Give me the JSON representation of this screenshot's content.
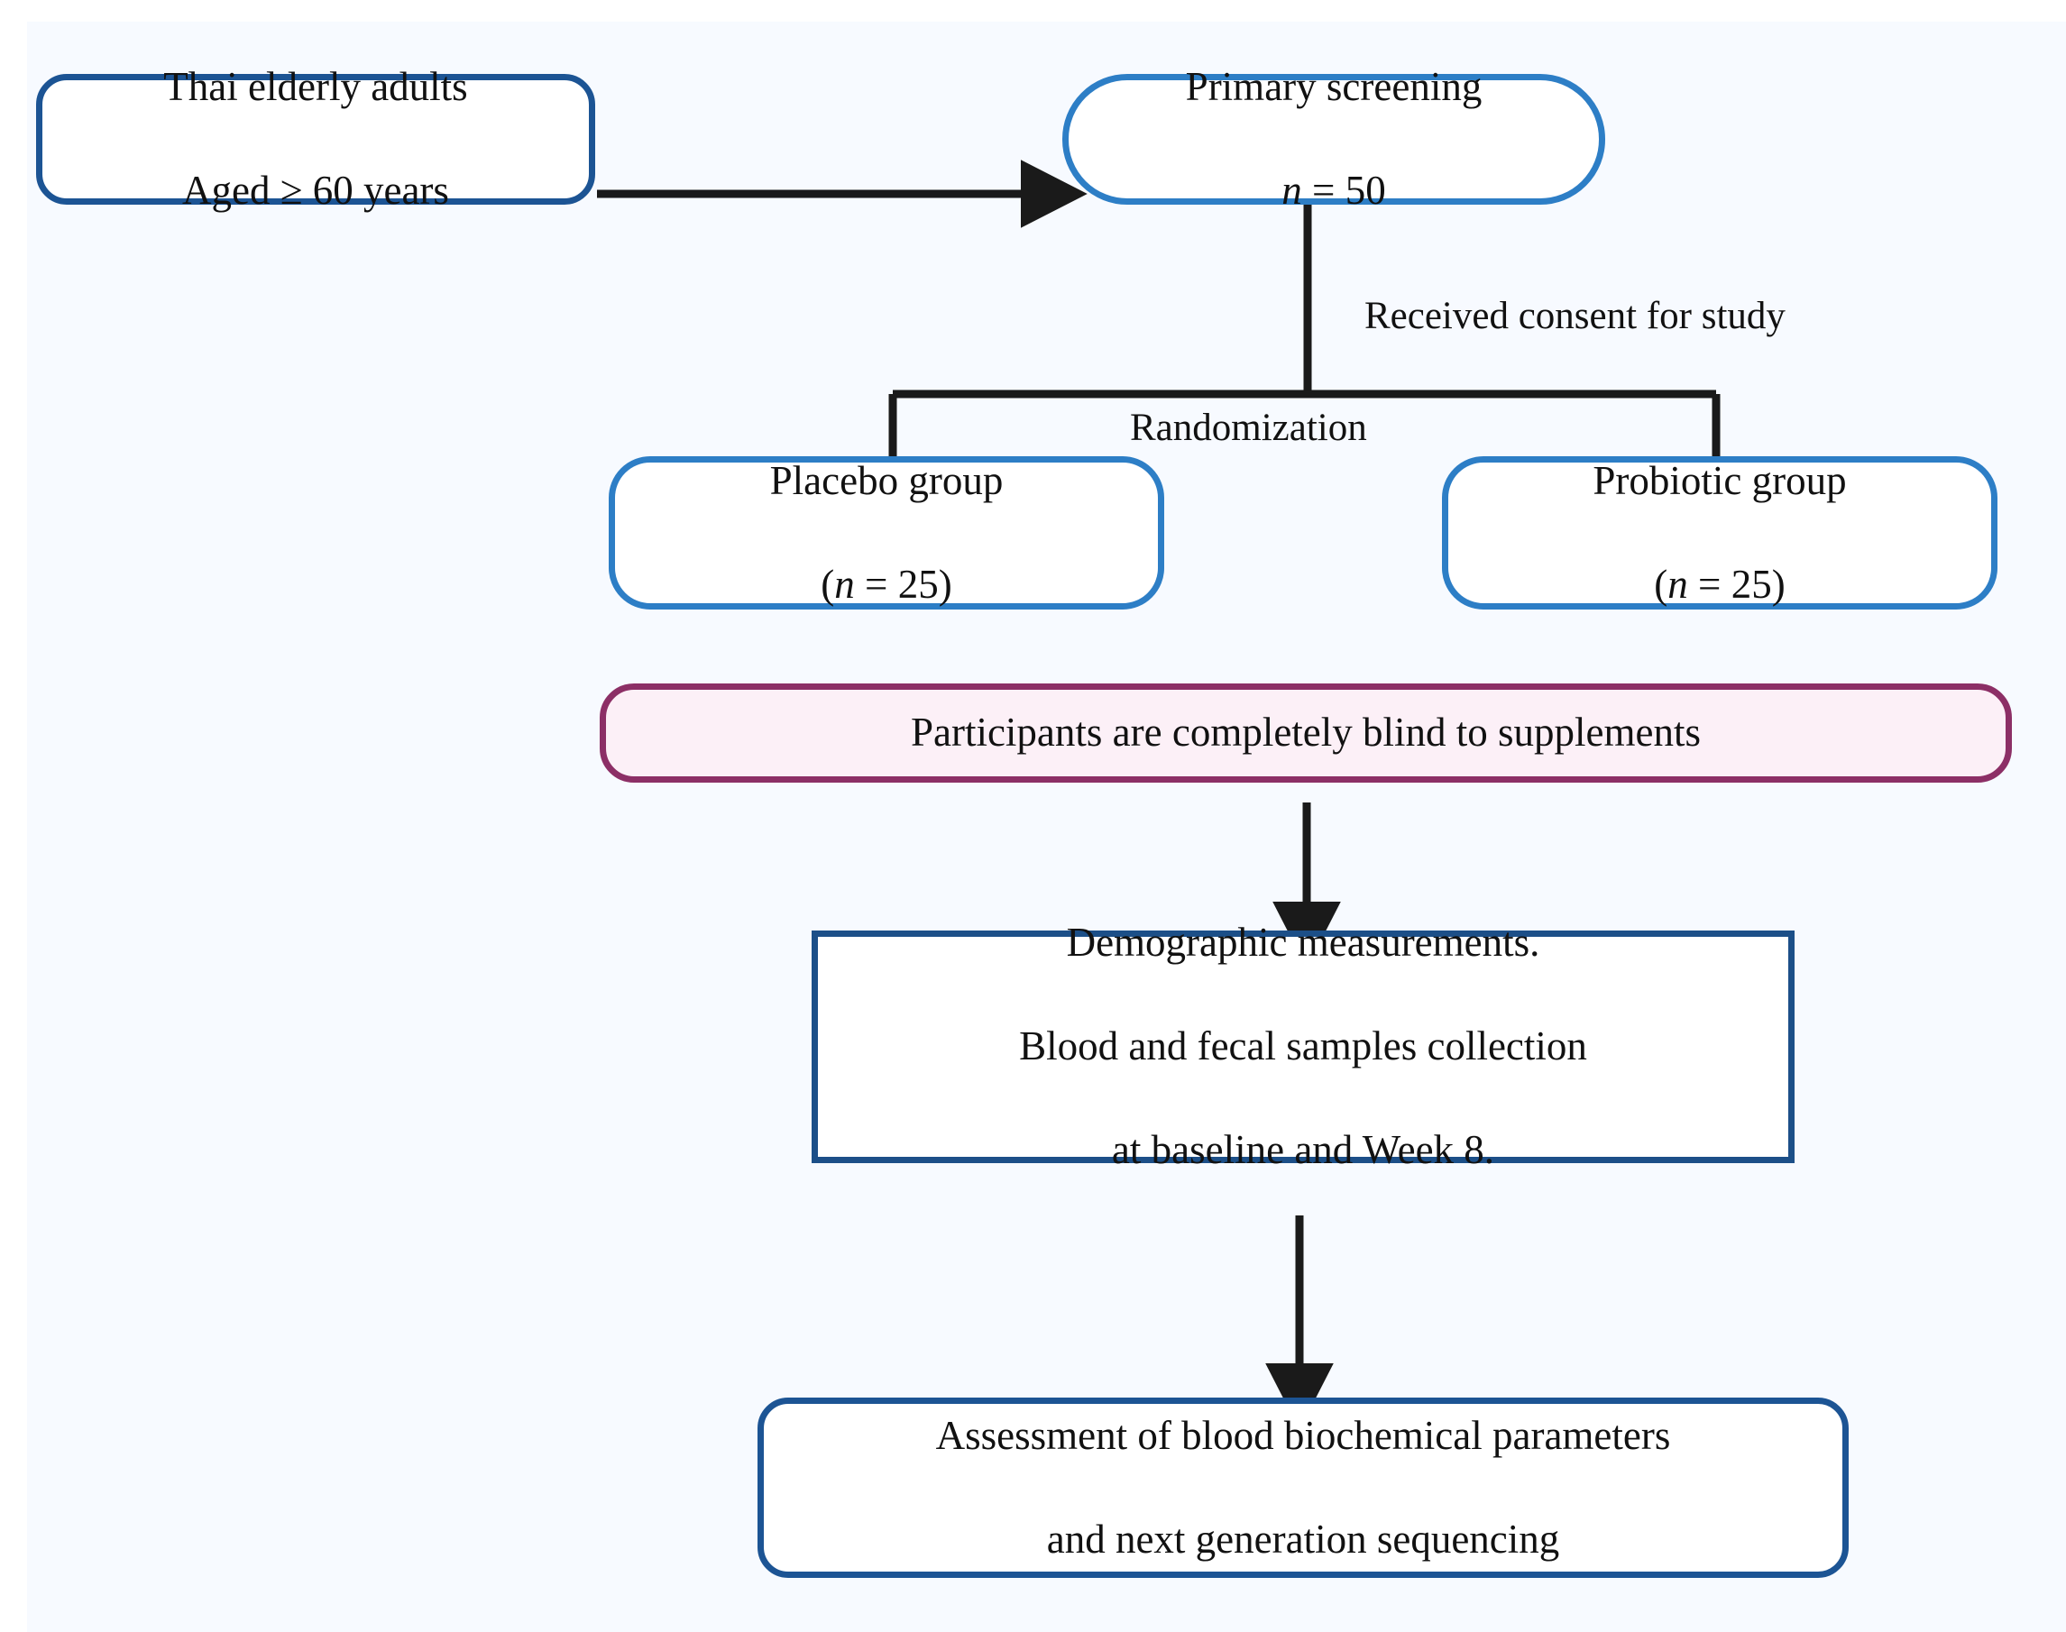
{
  "figure": {
    "type": "flowchart",
    "title": "Clinical study design flow diagram",
    "background_color": "#f7faff",
    "page_color": "#ffffff"
  },
  "colors": {
    "navy_border": "#1c5494",
    "blue_border": "#2d7ec6",
    "navy_sharp_border": "#1c4f88",
    "purple_border": "#8c2f66",
    "purple_fill": "#fcf0f7",
    "node_fill": "#ffffff",
    "connector": "#1a1a1a",
    "text": "#111111"
  },
  "nodes": {
    "population": {
      "line1": "Thai elderly adults",
      "line2": "Aged ≥ 60 years",
      "shape": "rounded-rectangle",
      "border_color": "#1c5494"
    },
    "screening": {
      "line1": "Primary screening",
      "n_symbol": "n",
      "n_equals": " = ",
      "n_value": "50",
      "shape": "pill",
      "border_color": "#2d7ec6"
    },
    "placebo": {
      "line1": "Placebo group",
      "paren_open": "(",
      "n_symbol": "n",
      "n_equals": " = ",
      "n_value": "25",
      "paren_close": ")",
      "shape": "rounded-rectangle",
      "border_color": "#2d7ec6"
    },
    "probiotic": {
      "line1": "Probiotic group",
      "paren_open": "(",
      "n_symbol": "n",
      "n_equals": " = ",
      "n_value": "25",
      "paren_close": ")",
      "shape": "rounded-rectangle",
      "border_color": "#2d7ec6"
    },
    "blinding": {
      "text": "Participants are completely blind to supplements",
      "shape": "pill",
      "border_color": "#8c2f66",
      "fill_color": "#fcf0f7"
    },
    "measurements": {
      "line1": "Demographic measurements.",
      "line2": "Blood and fecal samples collection",
      "line3": "at baseline and Week 8.",
      "shape": "rectangle",
      "border_color": "#1c4f88"
    },
    "assessment": {
      "line1": "Assessment of blood biochemical parameters",
      "line2": "and next generation sequencing",
      "shape": "rounded-rectangle",
      "border_color": "#1c5494"
    }
  },
  "edges": {
    "population_to_screening": {
      "label": "",
      "style": "arrow-right"
    },
    "screening_to_split": {
      "label": "Received consent for study",
      "style": "line-down"
    },
    "split_to_groups": {
      "label": "Randomization",
      "style": "tree-split"
    },
    "groups_to_blinding": {
      "label": "",
      "style": "line-down"
    },
    "blinding_to_measurements": {
      "label": "",
      "style": "arrow-down"
    },
    "measurements_to_assessment": {
      "label": "",
      "style": "arrow-down"
    }
  }
}
